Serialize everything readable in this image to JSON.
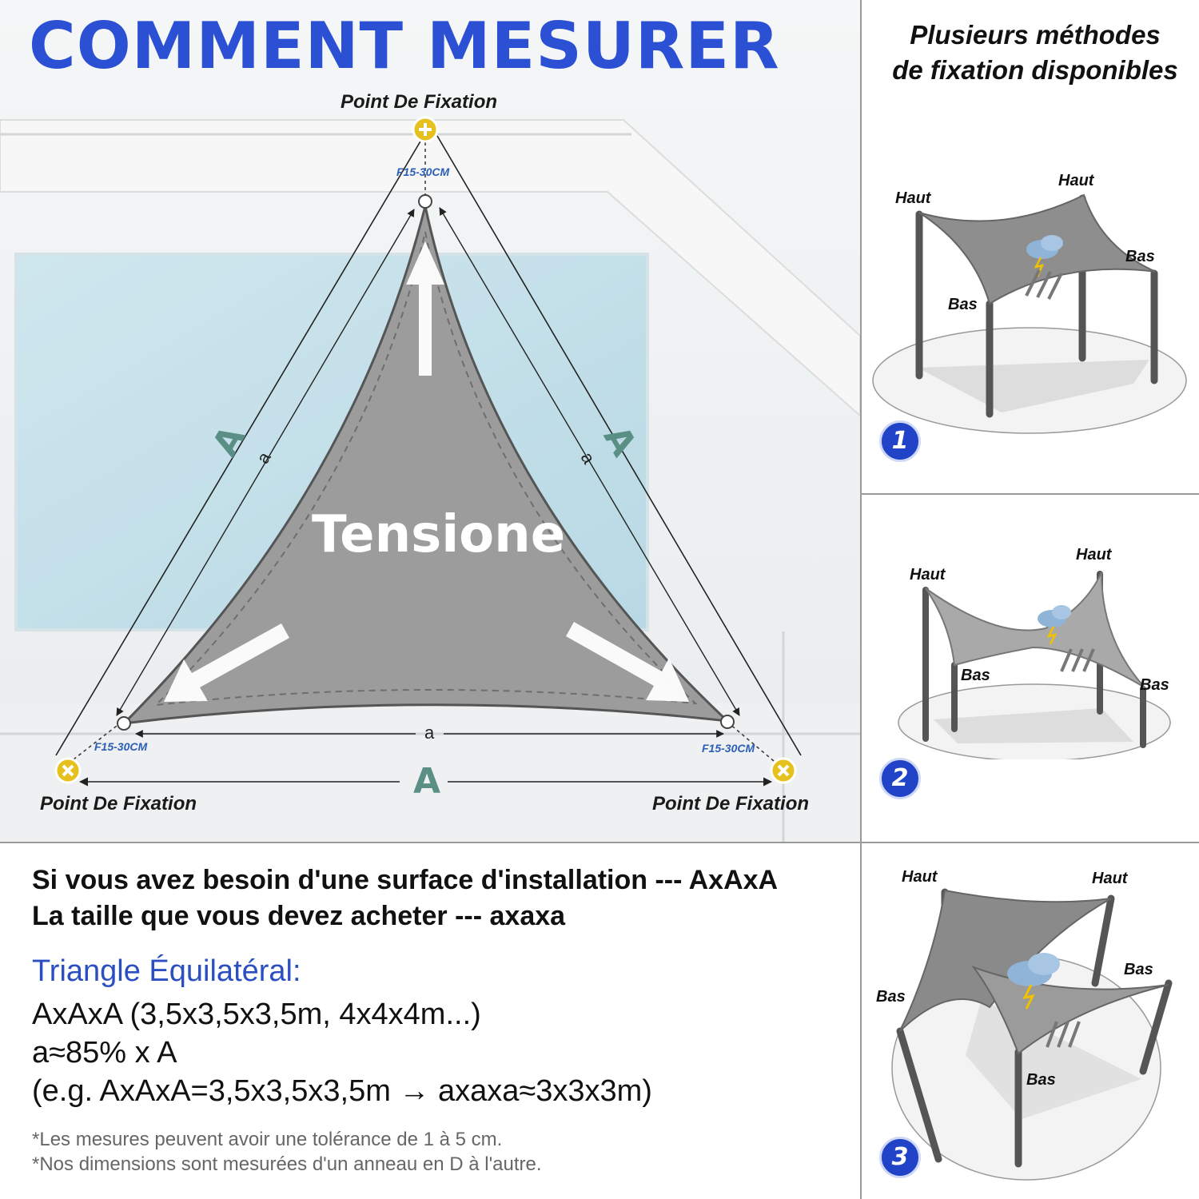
{
  "main": {
    "title": "COMMENT MESURER",
    "fix_top": "Point De Fixation",
    "fix_left": "Point De Fixation",
    "fix_right": "Point De Fixation",
    "tension": "Tensione",
    "gap_top": "F15-30CM",
    "gap_left": "F15-30CM",
    "gap_right": "F15-30CM",
    "side_big": "A",
    "side_small": "a"
  },
  "methods": {
    "title_line1": "Plusieurs méthodes",
    "title_line2": "de fixation disponibles",
    "high": "Haut",
    "low": "Bas",
    "panels": [
      {
        "number": "1"
      },
      {
        "number": "2"
      },
      {
        "number": "3"
      }
    ]
  },
  "info": {
    "line1": "Si vous avez besoin d'une surface d'installation --- AxAxA",
    "line2": "La taille que vous devez acheter --- axaxa",
    "triangle_title": "Triangle Équilatéral:",
    "formula1": "AxAxA (3,5x3,5x3,5m, 4x4x4m...)",
    "formula2": "a≈85% x A",
    "formula3": "(e.g. AxAxA=3,5x3,5x3,5m → axaxa≈3x3x3m)",
    "note1": "*Les mesures peuvent avoir une tolérance de 1 à 5 cm.",
    "note2": "*Nos dimensions sont mesurées d'un anneau en D à l'autre."
  },
  "colors": {
    "title_blue": "#2b50d4",
    "number_blue": "#2143c8",
    "sail_gray": "#9c9c9c",
    "anchor_yellow": "#e6c11e",
    "side_label_teal": "#5a8f86"
  }
}
